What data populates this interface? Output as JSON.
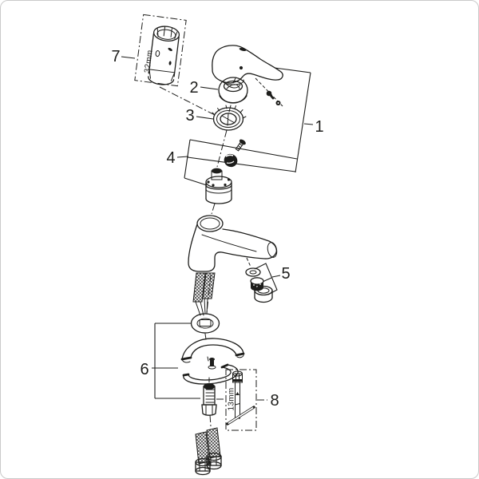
{
  "diagram": {
    "kind": "exploded-parts-drawing-faucet",
    "parts": [
      {
        "label": "1",
        "name": "handle-assembly-group"
      },
      {
        "label": "2",
        "name": "dome-cap"
      },
      {
        "label": "3",
        "name": "retaining-ring"
      },
      {
        "label": "4",
        "name": "cartridge-assembly"
      },
      {
        "label": "5",
        "name": "aerator-set"
      },
      {
        "label": "6",
        "name": "mounting-set"
      },
      {
        "label": "7",
        "name": "socket-tool",
        "dimension": "32mm"
      },
      {
        "label": "8",
        "name": "socket-tool",
        "dimension": "13mm"
      }
    ]
  },
  "colors": {
    "background": "#ffffff",
    "line": "#1d1d1b",
    "border": "#c9c9c9"
  }
}
